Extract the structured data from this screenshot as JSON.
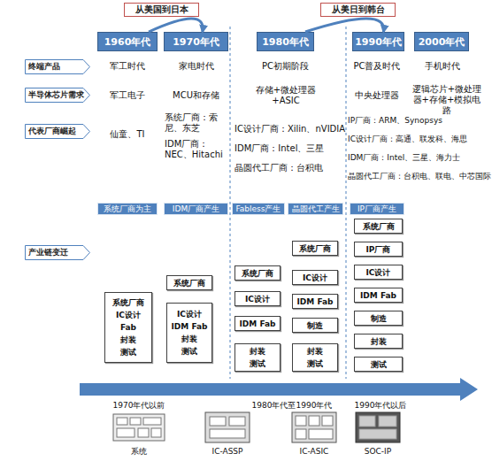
{
  "diagram": {
    "nodes": [
      {
        "text": [
          "从美国到日本"
        ]
      },
      {
        "text": [
          "从美日到韩台"
        ]
      },
      {
        "text": [
          "1960年代"
        ]
      },
      {
        "text": [
          "1970年代"
        ]
      },
      {
        "text": [
          "1980年代"
        ]
      },
      {
        "text": [
          "1990年代"
        ]
      },
      {
        "text": [
          "2000年代"
        ]
      },
      {
        "text": [
          "终端产品"
        ]
      },
      {
        "text": [
          "半导体芯片需求"
        ]
      },
      {
        "text": [
          "代表厂商崛起"
        ]
      },
      {
        "text": [
          "系统厂商为主"
        ]
      },
      {
        "text": [
          "IDM厂商产生"
        ]
      },
      {
        "text": [
          "Fabless产生"
        ]
      },
      {
        "text": [
          "晶圆代工产生"
        ]
      },
      {
        "text": [
          "IP厂商产生"
        ]
      },
      {
        "text": [
          "产业链变迁"
        ]
      },
      {
        "text": [
          "系统厂商",
          "IC设计",
          "Fab",
          "封装",
          "测试"
        ]
      },
      {
        "text": [
          "系统厂商"
        ]
      },
      {
        "text": [
          "IC设计",
          "IDM Fab",
          "封装",
          "测试"
        ]
      },
      {
        "text": [
          "系统厂商"
        ]
      },
      {
        "text": [
          "IC设计"
        ]
      },
      {
        "text": [
          "IDM Fab"
        ]
      },
      {
        "text": [
          "封装",
          "测试"
        ]
      },
      {
        "text": [
          "系统厂商"
        ]
      },
      {
        "text": [
          "IC设计"
        ]
      },
      {
        "text": [
          "IDM Fab"
        ]
      },
      {
        "text": [
          "制造"
        ]
      },
      {
        "text": [
          "封装",
          "测试"
        ]
      },
      {
        "text": [
          "系统厂商"
        ]
      },
      {
        "text": [
          "IP厂商"
        ]
      },
      {
        "text": [
          "IC设计"
        ]
      },
      {
        "text": [
          "IDM Fab"
        ]
      },
      {
        "text": [
          "制造"
        ]
      },
      {
        "text": [
          "封装"
        ]
      },
      {
        "text": [
          "测试"
        ]
      }
    ],
    "edges": [
      {
        "from": 2,
        "to": 3,
        "arrow": "to"
      },
      {
        "from": 4,
        "to": 5,
        "arrow": "to"
      }
    ],
    "labels": [
      "军工时代",
      "家电时代",
      "PC初期阶段",
      "PC普及时代",
      "手机时代",
      "军工电子",
      "MCU和存储",
      "存储+微处理器+ASIC",
      "中央处理器",
      "逻辑芯片+微处理器+存储+模拟电路",
      "仙童、TI",
      "系统厂商：索尼、东芝",
      "IDM厂商：NEC、Hitachi",
      "IC设计厂商：Xilin、nVIDIA",
      "IDM厂商：Intel、三星",
      "晶圆代工厂商：台积电",
      "IP厂商：ARM、Synopsys",
      "IC设计厂商：高通、联发科、海思",
      "IDM厂商：Intel、三星、海力士",
      "晶圆代工厂商：台积电、联电、中芯国际",
      "1970年代以前",
      "1980年代至1990年代",
      "1990年代以后",
      "系统",
      "IC-ASSP",
      "IC-ASIC",
      "SOC-IP"
    ]
  }
}
